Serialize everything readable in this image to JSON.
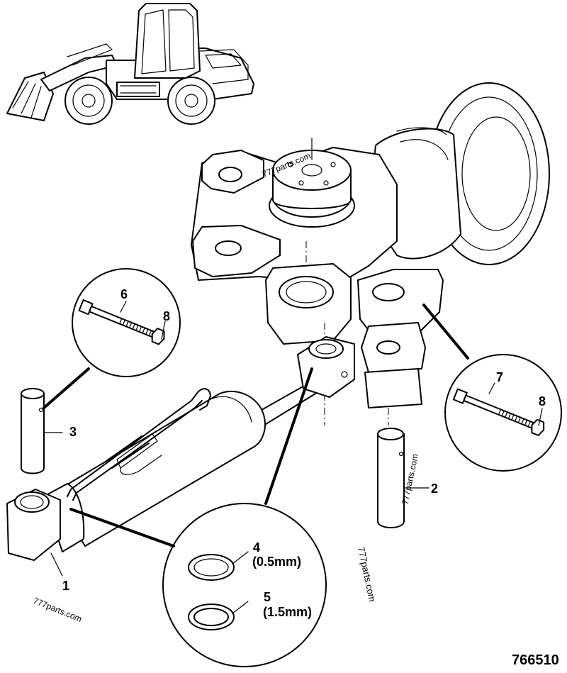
{
  "diagram_id": "766510",
  "watermark": "777parts.com",
  "callouts": [
    {
      "id": "1",
      "text": "1"
    },
    {
      "id": "2",
      "text": "2"
    },
    {
      "id": "3",
      "text": "3"
    },
    {
      "id": "4",
      "text": "4",
      "detail": "(0.5mm)"
    },
    {
      "id": "5",
      "text": "5",
      "detail": "(1.5mm)"
    },
    {
      "id": "6",
      "text": "6"
    },
    {
      "id": "7",
      "text": "7"
    },
    {
      "id": "8a",
      "text": "8"
    },
    {
      "id": "8b",
      "text": "8"
    }
  ]
}
